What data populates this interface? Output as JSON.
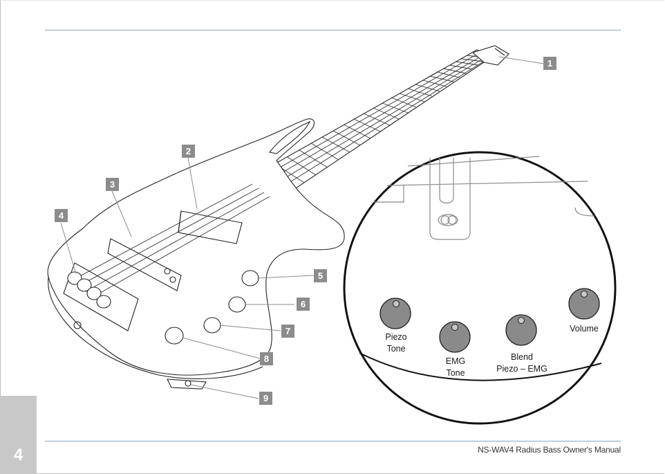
{
  "footer": {
    "page_number": "4",
    "manual_title": "NS-WAV4 Radius Bass Owner's Manual"
  },
  "callouts": [
    "1",
    "2",
    "3",
    "4",
    "5",
    "6",
    "7",
    "8",
    "9"
  ],
  "detail_knobs": {
    "piezo_tone": [
      "Piezo",
      "Tone"
    ],
    "emg_tone": [
      "EMG",
      "Tone"
    ],
    "blend": [
      "Blend",
      "Piezo – EMG"
    ],
    "volume": [
      "Volume"
    ]
  },
  "colors": {
    "rule": "#8aa4bf",
    "tab": "#c8c8c8",
    "callout": "#8c8c8c",
    "knob_fill": "#8a8a8a"
  }
}
